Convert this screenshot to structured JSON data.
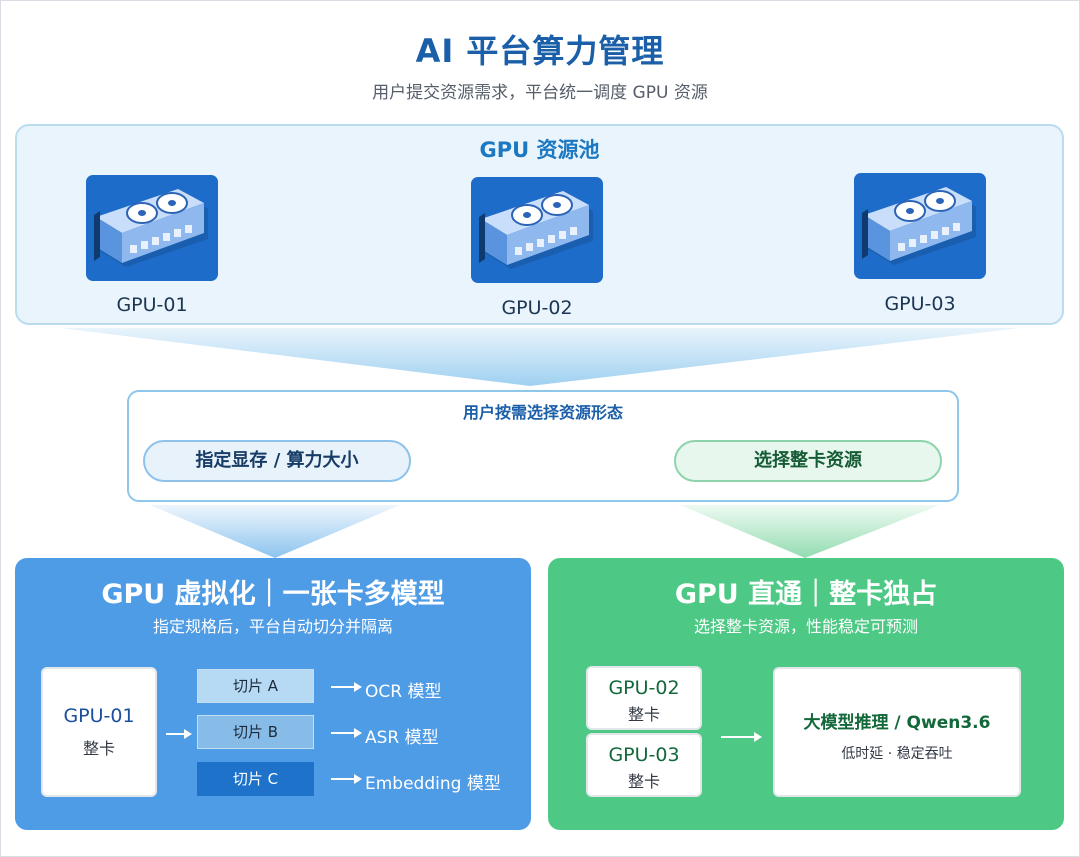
{
  "header": {
    "title": "AI 平台算力管理",
    "subtitle": "用户提交资源需求，平台统一调度 GPU 资源"
  },
  "pool": {
    "title": "GPU 资源池",
    "gpus": [
      {
        "label": "GPU-01",
        "icon": "graphics-card-icon"
      },
      {
        "label": "GPU-02",
        "icon": "graphics-card-icon"
      },
      {
        "label": "GPU-03",
        "icon": "graphics-card-icon"
      }
    ]
  },
  "choice": {
    "title": "用户按需选择资源形态",
    "option_left": "指定显存 / 算力大小",
    "option_right": "选择整卡资源"
  },
  "virtualization": {
    "title": "GPU 虚拟化｜一张卡多模型",
    "subtitle": "指定规格后，平台自动切分并隔离",
    "gpu_name": "GPU-01",
    "gpu_kind": "整卡",
    "slices": [
      {
        "label": "切片 A",
        "model": "OCR 模型",
        "color": "#b6d9f4"
      },
      {
        "label": "切片 B",
        "model": "ASR 模型",
        "color": "#88bce8"
      },
      {
        "label": "切片 C",
        "model": "Embedding 模型",
        "color": "#1f72c9"
      }
    ]
  },
  "passthrough": {
    "title": "GPU 直通｜整卡独占",
    "subtitle": "选择整卡资源，性能稳定可预测",
    "cards": [
      {
        "name": "GPU-02",
        "kind": "整卡"
      },
      {
        "name": "GPU-03",
        "kind": "整卡"
      }
    ],
    "target_title": "大模型推理 / Qwen3.6",
    "target_sub": "低时延 · 稳定吞吐"
  },
  "colors": {
    "brand_blue": "#1a5fa8",
    "panel_blue": "#4e9be6",
    "panel_green": "#4ec985",
    "card_blue": "#1e6cc9"
  }
}
